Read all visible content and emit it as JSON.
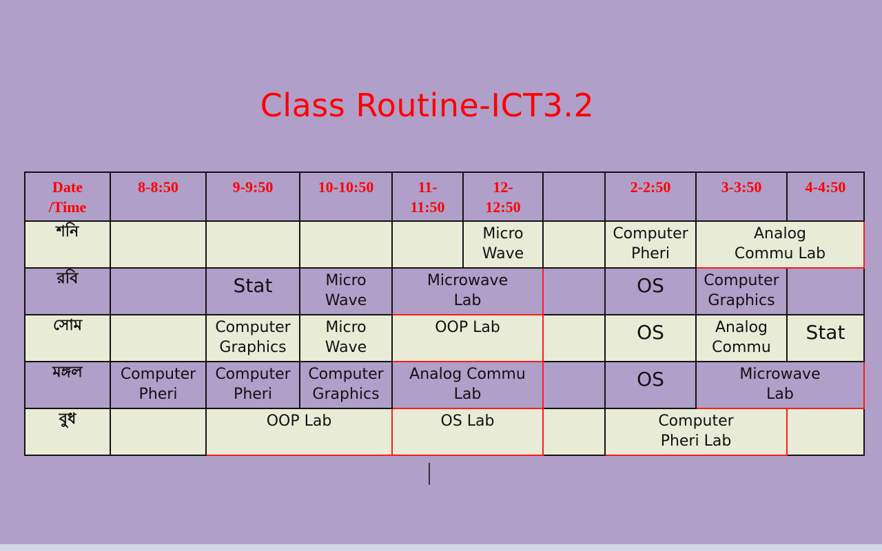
{
  "title": "Class Routine-ICT3.2",
  "header": {
    "date_time": "Date\n/Time",
    "t1": "8-8:50",
    "t2": "9-9:50",
    "t3": "10-10:50",
    "t4": "11-\n11:50",
    "t5": "12-\n12:50",
    "t6": "",
    "t7": "2-2:50",
    "t8": "3-3:50",
    "t9": "4-4:50"
  },
  "days": {
    "sat": "শনি",
    "sun": "রবি",
    "mon": "সোম",
    "tue": "মঙ্গল",
    "wed": "বুধ"
  },
  "cells": {
    "sat_5": "Micro\nWave",
    "sat_7": "Computer\nPheri",
    "sat_8_9": "Analog\nCommu Lab",
    "sun_2": "Stat",
    "sun_3": "Micro\nWave",
    "sun_4_5": "Microwave\nLab",
    "sun_7": "OS",
    "sun_8": "Computer\nGraphics",
    "mon_2": "Computer\nGraphics",
    "mon_3": "Micro\nWave",
    "mon_4_5": "OOP Lab",
    "mon_7": "OS",
    "mon_8": "Analog\nCommu",
    "mon_9": "Stat",
    "tue_1": "Computer\nPheri",
    "tue_2": "Computer\nPheri",
    "tue_3": "Computer\nGraphics",
    "tue_4_5": "Analog Commu\nLab",
    "tue_7": "OS",
    "tue_8_9": "Microwave\nLab",
    "wed_2_3": "OOP Lab",
    "wed_4_5": "OS  Lab",
    "wed_7_8": "Computer\nPheri Lab"
  },
  "colors": {
    "background": "#b09fc9",
    "cell_light": "#e8ecd6",
    "accent_red": "#ff0000"
  }
}
